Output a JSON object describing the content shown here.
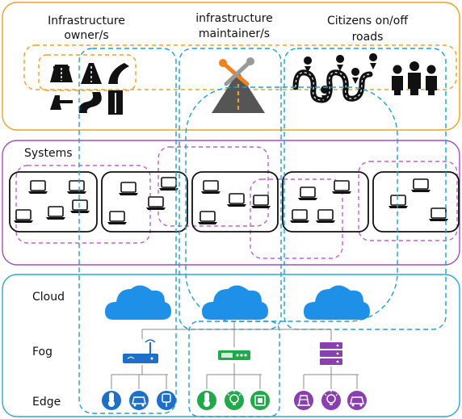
{
  "stakeholders": {
    "owner_label_line1": "Infrastructure",
    "owner_label_line2": "owner/s",
    "maintainer_label_line1": "infrastructure",
    "maintainer_label_line2": "maintainer/s",
    "citizens_label_line1": "Citizens on/off",
    "citizens_label_line2": "roads"
  },
  "systems": {
    "label": "Systems"
  },
  "layers": {
    "cloud": "Cloud",
    "fog": "Fog",
    "edge": "Edge"
  },
  "colors": {
    "stakeholder_frame": "#f0a020",
    "stakeholder_dashed": "#f0a020",
    "systems_frame": "#a050b8",
    "systems_dashed": "#c060d0",
    "layers_frame": "#2aa8d8",
    "blue_dashed": "#1ba0d8",
    "cloud": "#1e90e8",
    "edge_blue": "#1e6fc8",
    "edge_green": "#20a84a",
    "edge_purple": "#8a3fb0",
    "fog_router": "#1e6fc8",
    "fog_switch": "#20a84a",
    "fog_server": "#8a3fb0"
  },
  "icons": {
    "roads": [
      "highway-icon",
      "road-icon",
      "curved-road-icon",
      "junction-icon",
      "winding-road-icon",
      "straight-road-icon"
    ],
    "maintainer": "road-maintenance-tools-icon",
    "citizens": [
      "route-map-icon",
      "people-icon"
    ],
    "edge_blue": [
      "thermometer-icon",
      "vehicle-sensor-icon",
      "parking-meter-icon"
    ],
    "edge_green": [
      "thermometer-icon",
      "lightbulb-icon",
      "chip-icon"
    ],
    "edge_purple": [
      "barrier-icon",
      "lightbulb-icon",
      "vehicle-sensor-icon"
    ]
  }
}
